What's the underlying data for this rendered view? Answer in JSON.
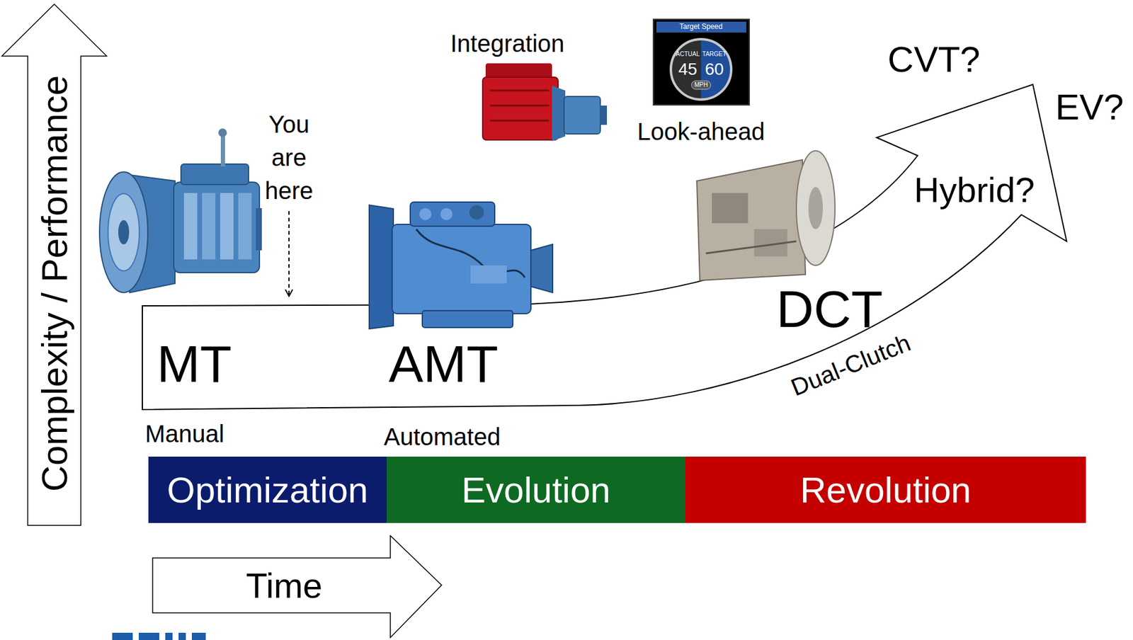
{
  "diagram": {
    "nodes": [
      {
        "text": [
          "Complexity / Performance"
        ]
      },
      {
        "text": [
          "Optimization"
        ]
      },
      {
        "text": [
          "Evolution"
        ]
      },
      {
        "text": [
          "Revolution"
        ]
      },
      {
        "text": [
          "Time"
        ]
      }
    ],
    "labels": [
      "You are here",
      "Integration",
      "Target Speed",
      "ACTUAL",
      "TARGET",
      "45",
      "60",
      "MPH",
      "Look-ahead",
      "CVT?",
      "EV?",
      "Hybrid?",
      "MT",
      "AMT",
      "DCT",
      "Manual",
      "Automated",
      "Dual-Clutch"
    ]
  }
}
